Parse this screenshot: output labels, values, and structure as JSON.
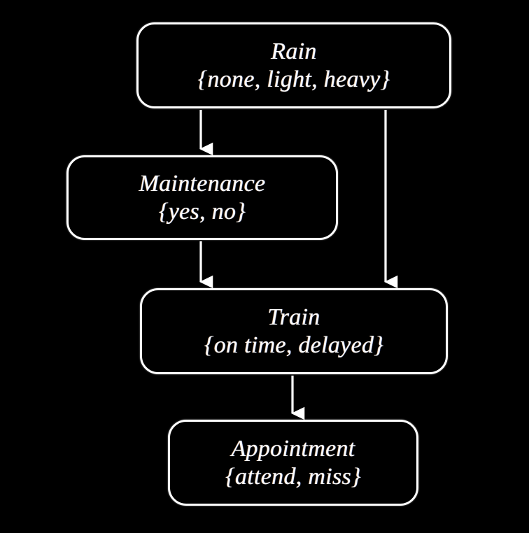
{
  "diagram": {
    "kind": "bayesian-network",
    "title": "",
    "background_color": "#000000",
    "node_border_color": "#ffffff",
    "node_fill_color": "#000000",
    "text_color": "#ffffff",
    "edge_color": "#ffffff",
    "nodes": [
      {
        "id": "rain",
        "name": "Rain",
        "states_label": "{none, light, heavy}",
        "states": [
          "none",
          "light",
          "heavy"
        ]
      },
      {
        "id": "maintenance",
        "name": "Maintenance",
        "states_label": "{yes, no}",
        "states": [
          "yes",
          "no"
        ]
      },
      {
        "id": "train",
        "name": "Train",
        "states_label": "{on time, delayed}",
        "states": [
          "on time",
          "delayed"
        ]
      },
      {
        "id": "appointment",
        "name": "Appointment",
        "states_label": "{attend, miss}",
        "states": [
          "attend",
          "miss"
        ]
      }
    ],
    "edges": [
      {
        "id": "rain-to-maintenance",
        "from": "Rain",
        "to": "Maintenance"
      },
      {
        "id": "rain-to-train",
        "from": "Rain",
        "to": "Train"
      },
      {
        "id": "maintenance-to-train",
        "from": "Maintenance",
        "to": "Train"
      },
      {
        "id": "train-to-appointment",
        "from": "Train",
        "to": "Appointment"
      }
    ]
  }
}
